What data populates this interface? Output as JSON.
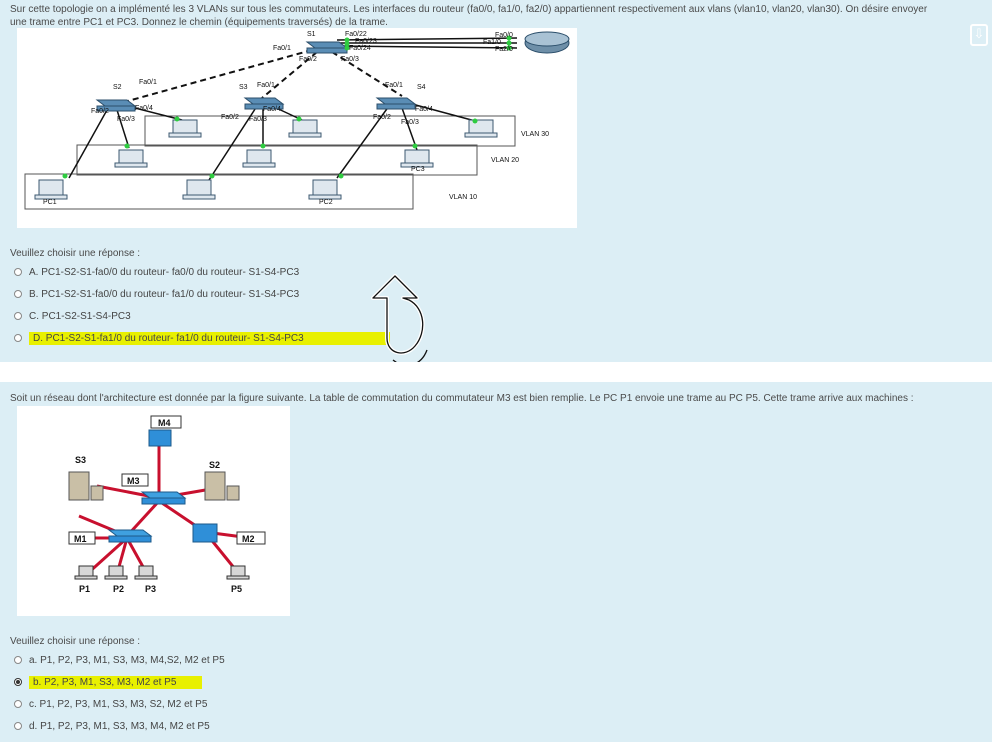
{
  "question1": {
    "text_line1": "Sur cette topologie on a implémenté les 3 VLANs sur tous les commutateurs. Les interfaces du routeur (fa0/0, fa1/0, fa2/0) appartiennent respectivement aux vlans (vlan10, vlan20, vlan30). On désire envoyer",
    "text_line2": "une trame entre PC1 et PC3. Donnez le chemin (équipements traversés) de la trame.",
    "prompt": "Veuillez choisir une réponse :",
    "options": [
      {
        "label": "A. PC1-S2-S1-fa0/0 du routeur- fa0/0 du routeur- S1-S4-PC3"
      },
      {
        "label": "B. PC1-S2-S1-fa0/0 du routeur- fa1/0 du routeur- S1-S4-PC3"
      },
      {
        "label": "C. PC1-S2-S1-S4-PC3"
      },
      {
        "label": "D. PC1-S2-S1-fa1/0 du routeur- fa1/0 du routeur- S1-S4-PC3"
      }
    ],
    "figure": {
      "devices": {
        "s1": "S1",
        "s2": "S2",
        "s3": "S3",
        "s4": "S4",
        "pc1": "PC1",
        "pc2": "PC2",
        "pc3": "PC3"
      },
      "ports": {
        "fa0_22": "Fa0/22",
        "fa0_23": "Fa0/23",
        "fa0_24": "Fa0/24",
        "fa0_1": "Fa0/1",
        "fa0_2": "Fa0/2",
        "fa0_3": "Fa0/3",
        "fa0_4": "Fa0/4",
        "r_fa0_0": "Fa0/0",
        "r_fa1_0": "Fa1/0",
        "r_fa2_0": "Fa2/0"
      },
      "vlans": {
        "v30": "VLAN 30",
        "v20": "VLAN 20",
        "v10": "VLAN 10"
      }
    }
  },
  "question2": {
    "text": "Soit un réseau dont l'architecture est donnée par la figure suivante. La table de commutation du commutateur M3 est bien remplie. Le PC P1 envoie une trame au PC P5. Cette trame arrive aux machines :",
    "prompt": "Veuillez choisir une réponse :",
    "options": [
      {
        "label": "a. P1, P2, P3, M1, S3, M3, M4,S2, M2 et P5"
      },
      {
        "label": "b. P2, P3, M1, S3, M3, M2 et P5"
      },
      {
        "label": "c. P1, P2, P3, M1, S3, M3, S2, M2 et P5"
      },
      {
        "label": "d. P1, P2, P3, M1, S3, M3, M4, M2 et P5"
      }
    ],
    "figure": {
      "labels": {
        "m1": "M1",
        "m2": "M2",
        "m3": "M3",
        "m4": "M4",
        "s2": "S2",
        "s3": "S3",
        "p1": "P1",
        "p2": "P2",
        "p3": "P3",
        "p5": "P5"
      }
    }
  },
  "colors": {
    "highlight": "#e8f000",
    "background": "#dceef5",
    "link_red": "#c8102e"
  },
  "icons": {
    "topright": "download-icon"
  }
}
